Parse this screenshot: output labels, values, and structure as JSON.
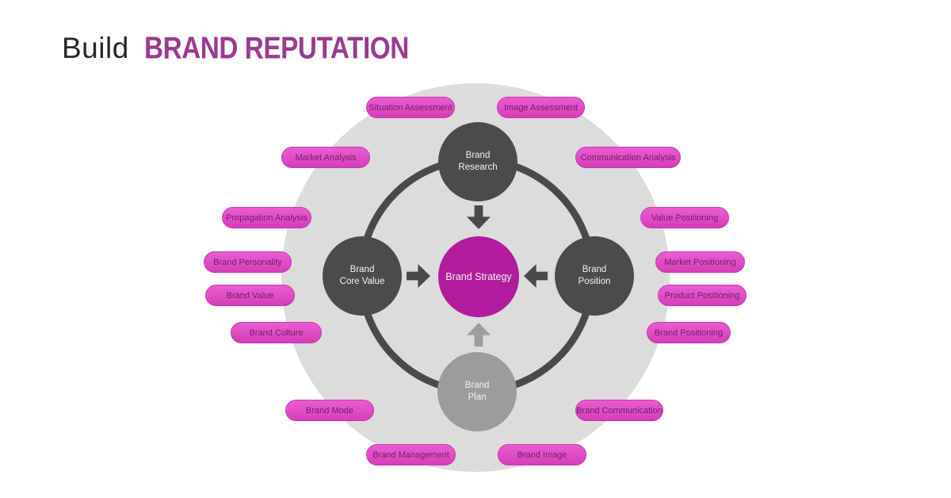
{
  "title": {
    "prefix": "Build",
    "emphasis": "BRAND REPUTATION"
  },
  "diagram": {
    "center": {
      "label": "Brand Strategy"
    },
    "nodes": {
      "research": {
        "label": "Brand\nResearch"
      },
      "core_value": {
        "label": "Brand\nCore Value"
      },
      "position": {
        "label": "Brand\nPosition"
      },
      "plan": {
        "label": "Brand\nPlan"
      }
    },
    "satellites": [
      {
        "label": "Situation Assessment"
      },
      {
        "label": "Image Assessment"
      },
      {
        "label": "Market Analysis"
      },
      {
        "label": "Communication Analysis"
      },
      {
        "label": "Propagation Analysis"
      },
      {
        "label": "Value Positioning"
      },
      {
        "label": "Brand Personality"
      },
      {
        "label": "Market Positioning"
      },
      {
        "label": "Brand Value"
      },
      {
        "label": "Product Positioning"
      },
      {
        "label": "Brand Culture"
      },
      {
        "label": "Brand Positioning"
      },
      {
        "label": "Brand Mode"
      },
      {
        "label": "Brand Communication"
      },
      {
        "label": "Brand Management"
      },
      {
        "label": "Brand Image"
      }
    ]
  },
  "colors": {
    "title_accent": "#9b3a90",
    "pill_fill": "#e04cc5",
    "pill_border": "#c938b2",
    "pill_text": "#701f66",
    "node_dark": "#4b4b4b",
    "node_plan_gray": "#9c9c9c",
    "center_magenta": "#b21c9c",
    "halo_gray": "#dcdcdc",
    "ring_gray": "#4a4a4a",
    "bottom_arrow_gray": "#9e9e9e"
  }
}
